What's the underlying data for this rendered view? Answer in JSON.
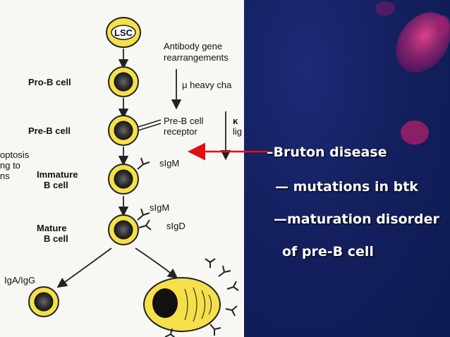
{
  "diagram": {
    "stem_cell": "LSC",
    "stages": {
      "pro_b": "Pro-B cell",
      "pre_b": "Pre-B cell",
      "immature_line1": "Immature",
      "immature_line2": "B cell",
      "mature_line1": "Mature",
      "mature_line2": "B cell"
    },
    "annotations": {
      "antibody_gene_line1": "Antibody gene",
      "antibody_gene_line2": "rearrangements",
      "mu_heavy": "μ heavy cha",
      "pre_b_receptor_line1": "Pre-B cell",
      "pre_b_receptor_line2": "receptor",
      "kappa_cut_line1": "κ",
      "kappa_cut_line2": "lig",
      "sigm_immature": "sIgM",
      "sigm_mature": "sIgM",
      "sigd_mature": "sIgD",
      "apoptosis_line1": "optosis",
      "apoptosis_line2": "ng to",
      "apoptosis_line3": "ns",
      "class_switch": "IgA/IgG"
    }
  },
  "slide": {
    "bullets": [
      "–Bruton disease",
      "— mutations in btk",
      " —maturation disorder",
      "  of  pre-B cell"
    ],
    "colors": {
      "panel_blue": "#14205e",
      "cell_yellow": "#f6e04a",
      "arrow_red": "#e01010",
      "blob_magenta": "#c0206a"
    }
  }
}
